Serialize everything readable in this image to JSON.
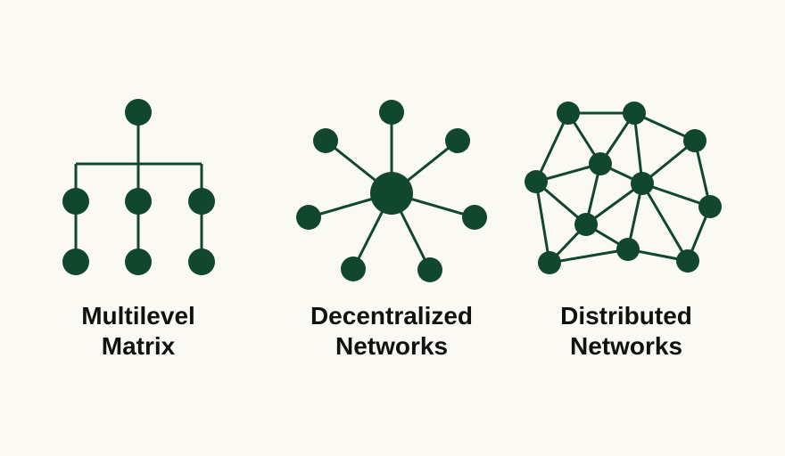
{
  "colors": {
    "node": "#10472e",
    "edge": "#10472e",
    "background": "#fbf9f4"
  },
  "diagrams": [
    {
      "id": "multilevel",
      "label_line1": "Multilevel",
      "label_line2": "Matrix"
    },
    {
      "id": "decentralized",
      "label_line1": "Decentralized",
      "label_line2": "Networks"
    },
    {
      "id": "distributed",
      "label_line1": "Distributed",
      "label_line2": "Networks"
    }
  ]
}
